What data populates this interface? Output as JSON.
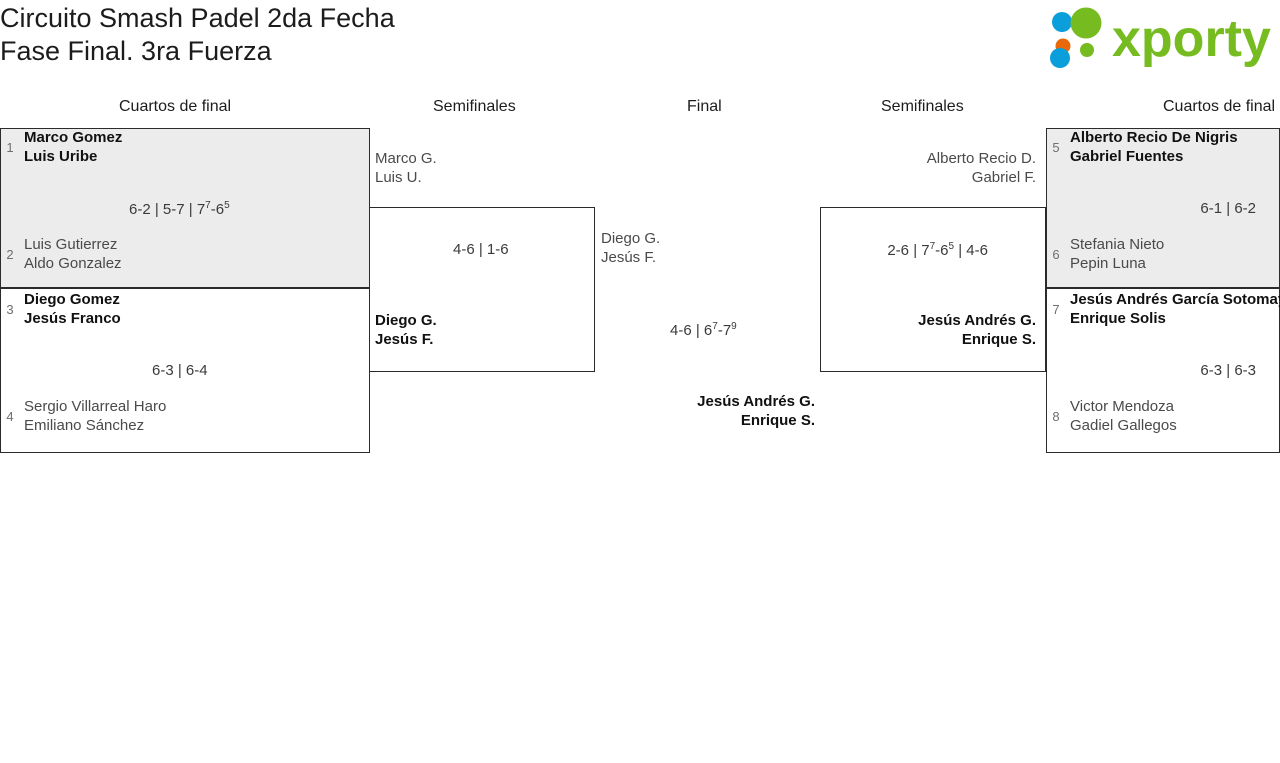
{
  "header": {
    "title_line1": "Circuito Smash Padel 2da Fecha",
    "title_line2": "Fase Final. 3ra Fuerza",
    "logo_text": "xporty",
    "logo_colors": {
      "green": "#76bc21",
      "orange": "#e8690b",
      "blue": "#0a9fda"
    }
  },
  "rounds": {
    "qf_left": "Cuartos de final",
    "sf_left": "Semifinales",
    "final": "Final",
    "sf_right": "Semifinales",
    "qf_right": "Cuartos de final"
  },
  "bracket": {
    "qf1": {
      "top": {
        "seed": "1",
        "p1": "Marco Gomez",
        "p2": "Luis Uribe"
      },
      "bottom": {
        "seed": "2",
        "p1": "Luis Gutierrez",
        "p2": "Aldo Gonzalez"
      },
      "score_s1": "6-2 | 5-7 | 7",
      "score_sup1": "7",
      "score_s2": "-6",
      "score_sup2": "5"
    },
    "qf2": {
      "top": {
        "seed": "3",
        "p1": "Diego Gomez",
        "p2": "Jesús Franco"
      },
      "bottom": {
        "seed": "4",
        "p1": "Sergio Villarreal Haro",
        "p2": "Emiliano Sánchez"
      },
      "score": "6-3 | 6-4"
    },
    "qf3": {
      "top": {
        "seed": "5",
        "p1": "Alberto Recio De Nigris",
        "p2": "Gabriel Fuentes"
      },
      "bottom": {
        "seed": "6",
        "p1": "Stefania Nieto",
        "p2": "Pepin Luna"
      },
      "score": "6-1 | 6-2"
    },
    "qf4": {
      "top": {
        "seed": "7",
        "p1": "Jesús Andrés García Sotomayor",
        "p2": "Enrique Solis"
      },
      "bottom": {
        "seed": "8",
        "p1": "Victor Mendoza",
        "p2": "Gadiel Gallegos"
      },
      "score": "6-3 | 6-3"
    },
    "sf1": {
      "top": {
        "p1": "Marco G.",
        "p2": "Luis U."
      },
      "bottom": {
        "p1": "Diego G.",
        "p2": "Jesús F."
      },
      "score": "4-6 | 1-6"
    },
    "sf2": {
      "top": {
        "p1": "Alberto Recio D.",
        "p2": "Gabriel F."
      },
      "bottom": {
        "p1": "Jesús Andrés G.",
        "p2": "Enrique S."
      },
      "score_s1": "2-6 | 7",
      "score_sup1": "7",
      "score_s2": "-6",
      "score_sup2": "5",
      "score_s3": " | 4-6"
    },
    "final": {
      "top": {
        "p1": "Diego G.",
        "p2": "Jesús F."
      },
      "bottom": {
        "p1": "Jesús Andrés G.",
        "p2": "Enrique S."
      },
      "score_s1": "4-6 | 6",
      "score_sup1": "7",
      "score_s2": "-7",
      "score_sup2": "9"
    }
  }
}
